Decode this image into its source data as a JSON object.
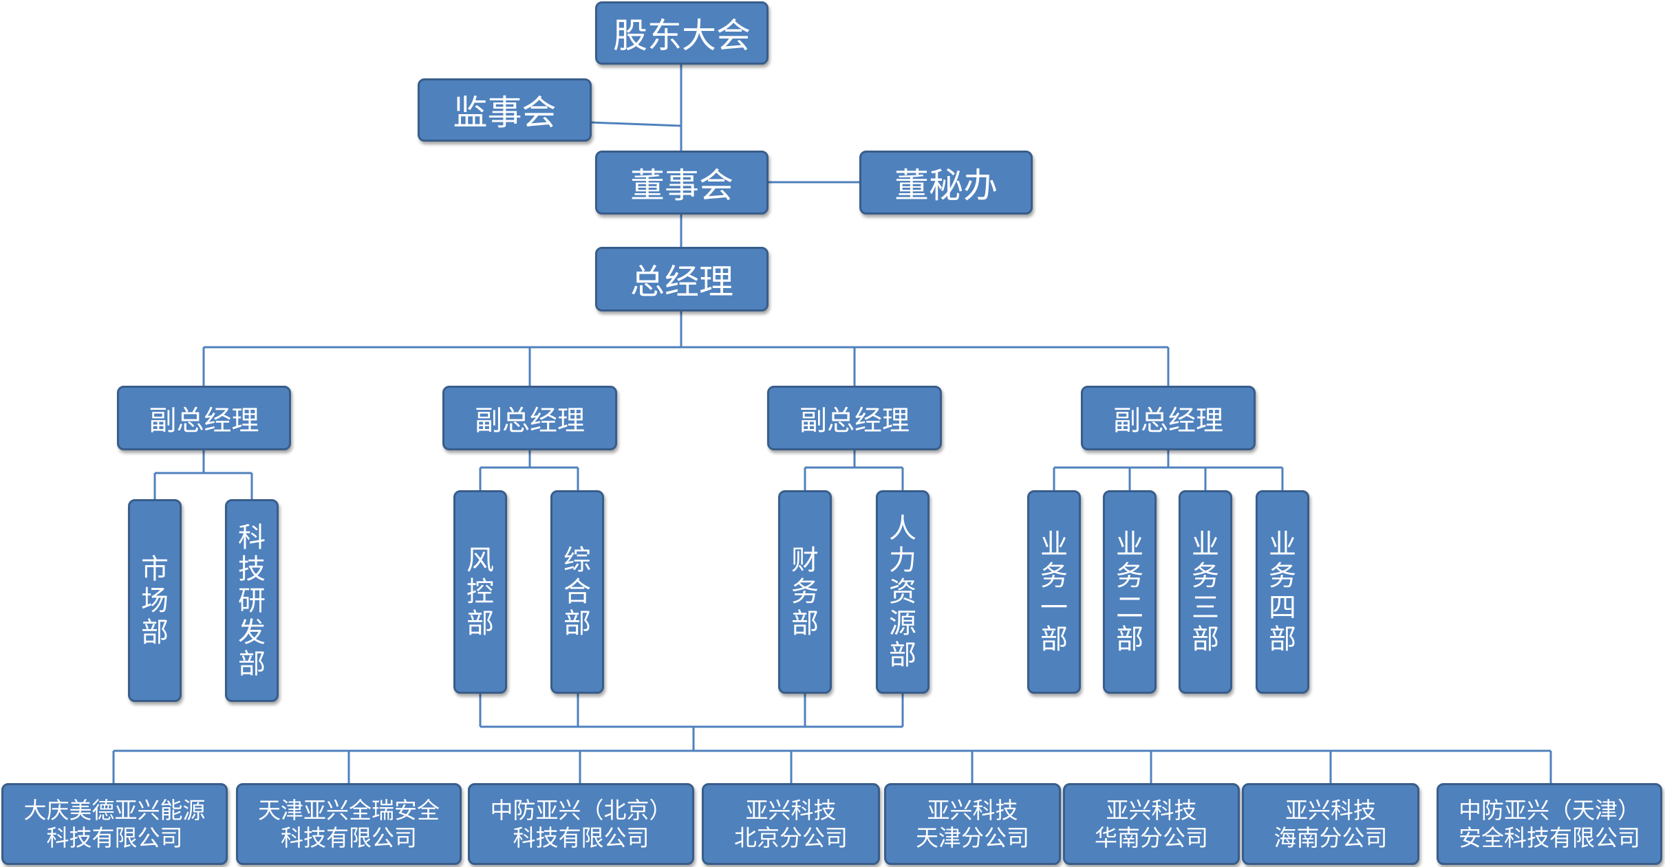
{
  "top": {
    "shareholders": "股东大会",
    "supervisors": "监事会",
    "board": "董事会",
    "board_office": "董秘办",
    "general_manager": "总经理"
  },
  "deputies": [
    "副总经理",
    "副总经理",
    "副总经理",
    "副总经理"
  ],
  "departments": {
    "group1": [
      "市场部",
      "科技研发部"
    ],
    "group2": [
      "风控部",
      "综合部"
    ],
    "group3": [
      "财务部",
      "人力资源部"
    ],
    "group4": [
      "业务一部",
      "业务二部",
      "业务三部",
      "业务四部"
    ]
  },
  "subsidiaries": [
    {
      "line1": "大庆美德亚兴能源",
      "line2": "科技有限公司"
    },
    {
      "line1": "天津亚兴全瑞安全",
      "line2": "科技有限公司"
    },
    {
      "line1": "中防亚兴（北京）",
      "line2": "科技有限公司"
    },
    {
      "line1": "亚兴科技",
      "line2": "北京分公司"
    },
    {
      "line1": "亚兴科技",
      "line2": "天津分公司"
    },
    {
      "line1": "亚兴科技",
      "line2": "华南分公司"
    },
    {
      "line1": "亚兴科技",
      "line2": "海南分公司"
    },
    {
      "line1": "中防亚兴（天津）",
      "line2": "安全科技有限公司"
    }
  ],
  "colors": {
    "box_fill": "#4f81bd",
    "box_border": "#385d8a",
    "connector": "#4f81bd",
    "text": "#ffffff"
  }
}
